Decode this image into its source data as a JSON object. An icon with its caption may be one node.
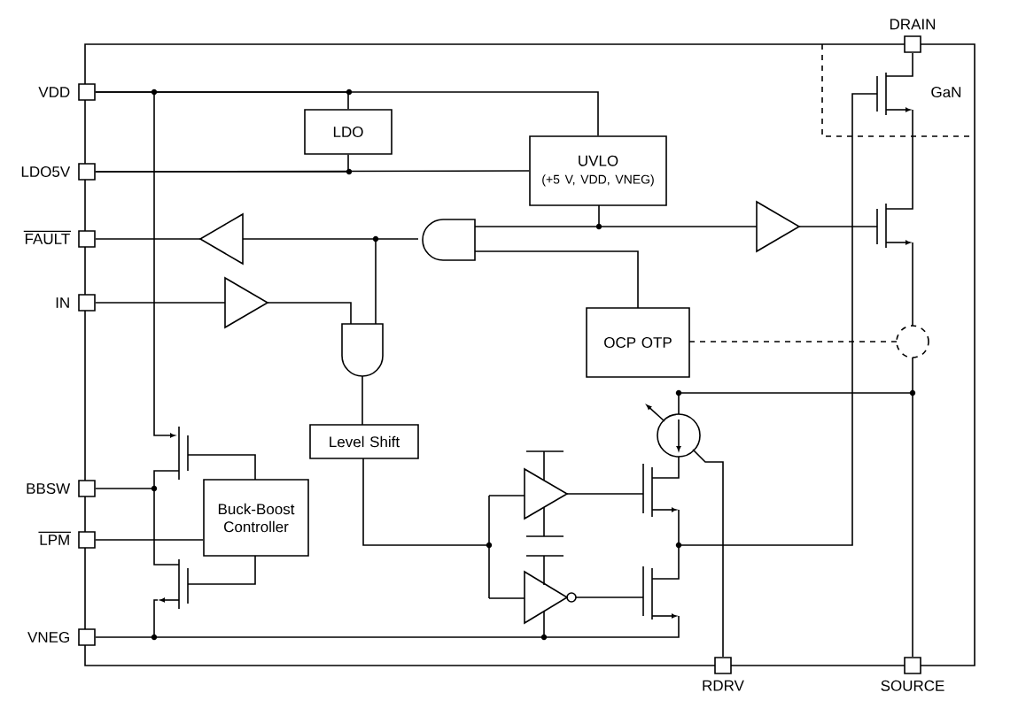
{
  "diagram": {
    "nodes": [
      {
        "text": [],
        "shape": "box",
        "beside": [
          "VDD"
        ]
      },
      {
        "text": [],
        "shape": "box",
        "beside": [
          "LDO5V"
        ]
      },
      {
        "text": [],
        "shape": "box",
        "beside": [
          "FAULT"
        ]
      },
      {
        "text": [],
        "shape": "box",
        "beside": [
          "IN"
        ]
      },
      {
        "text": [],
        "shape": "box",
        "beside": [
          "BBSW"
        ]
      },
      {
        "text": [],
        "shape": "box",
        "beside": [
          "LPM"
        ]
      },
      {
        "text": [],
        "shape": "box",
        "beside": [
          "VNEG"
        ]
      },
      {
        "text": [],
        "shape": "box",
        "beside": [
          "DRAIN"
        ]
      },
      {
        "text": [],
        "shape": "box",
        "beside": [
          "RDRV"
        ]
      },
      {
        "text": [],
        "shape": "box",
        "beside": [
          "SOURCE"
        ]
      },
      {
        "text": [
          "LDO"
        ]
      },
      {
        "text": [
          "UVLO",
          "(+5 V, VDD, VNEG)"
        ]
      },
      {
        "text": [
          "OCP OTP"
        ]
      },
      {
        "text": [
          "Level Shift"
        ]
      },
      {
        "text": [
          "Buck-Boost Controller"
        ]
      }
    ],
    "edges": [
      {
        "from": 0,
        "to": 10,
        "arrow": "none"
      },
      {
        "from": 10,
        "to": 1,
        "arrow": "none"
      },
      {
        "from": 0,
        "to": 11,
        "arrow": "none"
      },
      {
        "from": 1,
        "to": 11,
        "arrow": "none"
      },
      {
        "from": 5,
        "to": 14,
        "arrow": "none"
      }
    ],
    "labels": [
      "GaN"
    ]
  }
}
